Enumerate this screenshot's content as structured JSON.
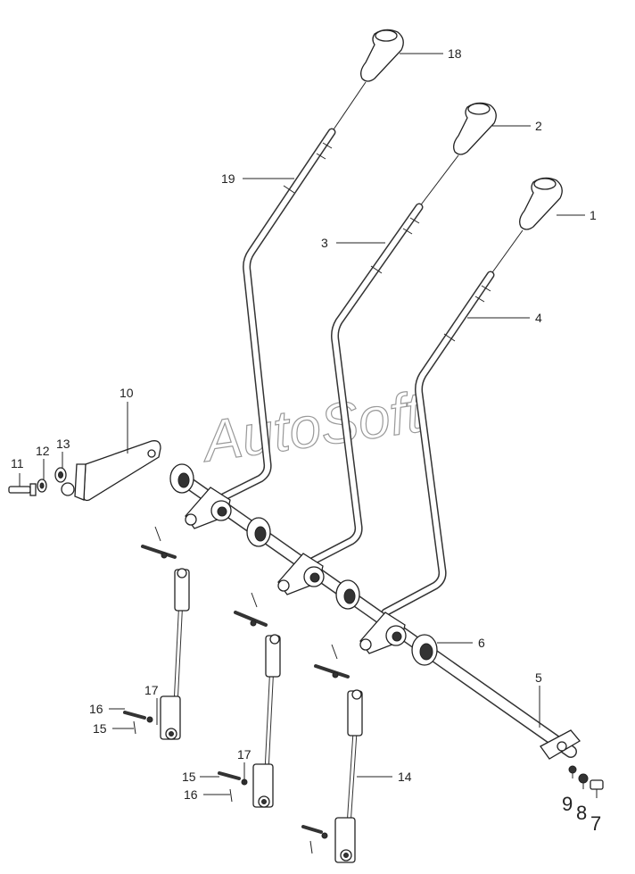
{
  "watermark": "AutoSoft",
  "callouts": [
    {
      "id": "18",
      "label": "18"
    },
    {
      "id": "2",
      "label": "2"
    },
    {
      "id": "1",
      "label": "1"
    },
    {
      "id": "19",
      "label": "19"
    },
    {
      "id": "3",
      "label": "3"
    },
    {
      "id": "4",
      "label": "4"
    },
    {
      "id": "10",
      "label": "10"
    },
    {
      "id": "11",
      "label": "11"
    },
    {
      "id": "12",
      "label": "12"
    },
    {
      "id": "13",
      "label": "13"
    },
    {
      "id": "6",
      "label": "6"
    },
    {
      "id": "5",
      "label": "5"
    },
    {
      "id": "17a",
      "label": "17"
    },
    {
      "id": "16a",
      "label": "16"
    },
    {
      "id": "15a",
      "label": "15"
    },
    {
      "id": "17b",
      "label": "17"
    },
    {
      "id": "15b",
      "label": "15"
    },
    {
      "id": "16b",
      "label": "16"
    },
    {
      "id": "14",
      "label": "14"
    },
    {
      "id": "9",
      "label": "9"
    },
    {
      "id": "8",
      "label": "8"
    },
    {
      "id": "7",
      "label": "7"
    }
  ]
}
